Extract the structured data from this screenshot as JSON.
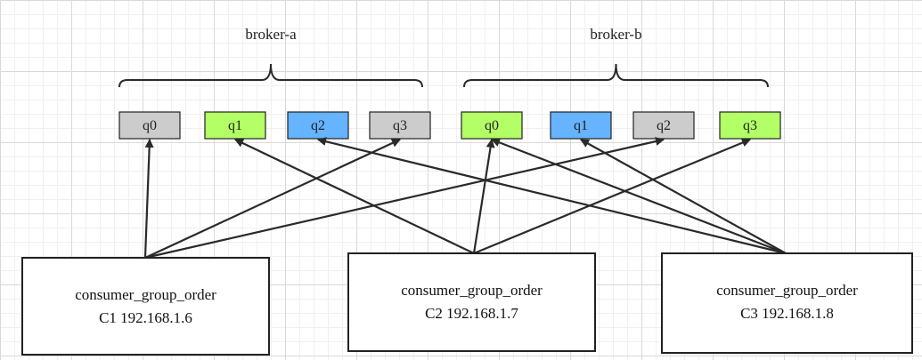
{
  "brokers": [
    {
      "label": "broker-a",
      "queues": [
        {
          "label": "q0",
          "color": "#cccccc"
        },
        {
          "label": "q1",
          "color": "#b3ff66"
        },
        {
          "label": "q2",
          "color": "#66b3ff"
        },
        {
          "label": "q3",
          "color": "#cccccc"
        }
      ]
    },
    {
      "label": "broker-b",
      "queues": [
        {
          "label": "q0",
          "color": "#b3ff66"
        },
        {
          "label": "q1",
          "color": "#66b3ff"
        },
        {
          "label": "q2",
          "color": "#cccccc"
        },
        {
          "label": "q3",
          "color": "#b3ff66"
        }
      ]
    }
  ],
  "consumers": [
    {
      "group": "consumer_group_order",
      "id": "C1 192.168.1.6",
      "targets": [
        "a.q0",
        "a.q3",
        "b.q2"
      ]
    },
    {
      "group": "consumer_group_order",
      "id": "C2 192.168.1.7",
      "targets": [
        "a.q1",
        "b.q0",
        "b.q3"
      ]
    },
    {
      "group": "consumer_group_order",
      "id": "C3 192.168.1.8",
      "targets": [
        "a.q2",
        "b.q0",
        "b.q1"
      ]
    }
  ],
  "colors": {
    "line": "#2a2a2a",
    "box_border": "#222222"
  }
}
